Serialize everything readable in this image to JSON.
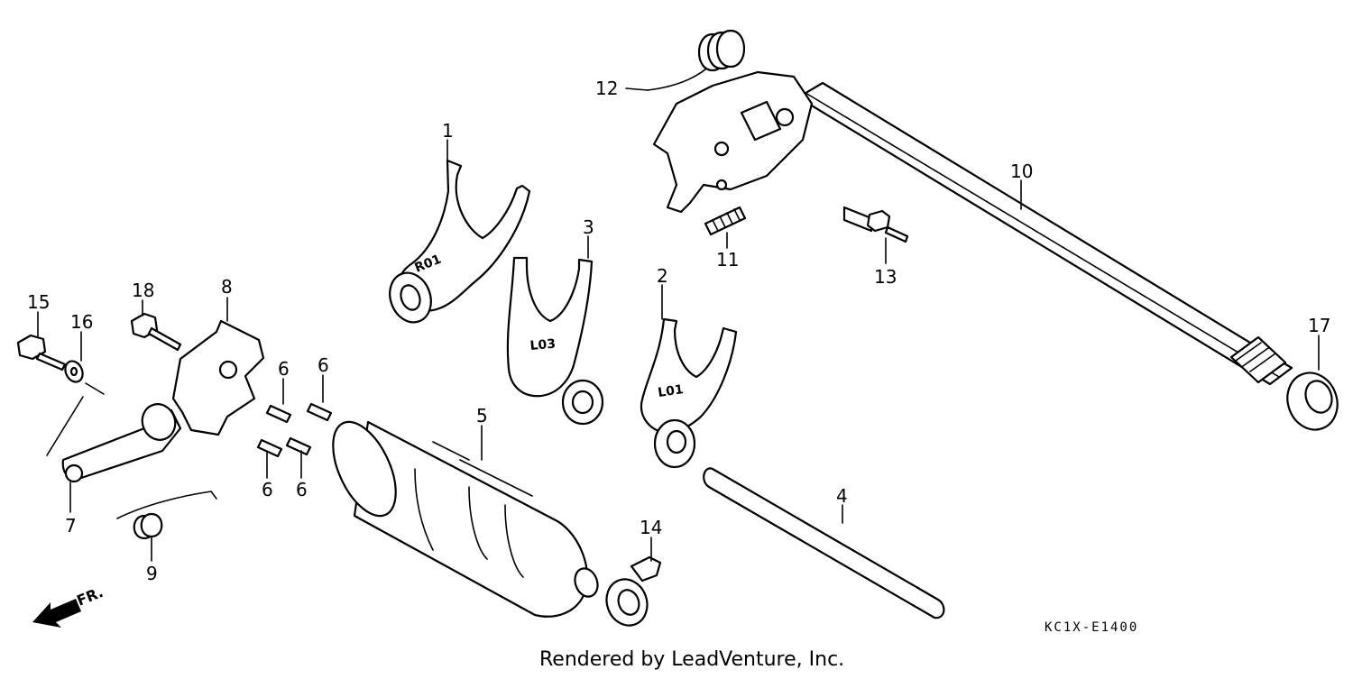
{
  "diagram": {
    "callouts": {
      "c1": "1",
      "c2": "2",
      "c3": "3",
      "c4": "4",
      "c5": "5",
      "c6a": "6",
      "c6b": "6",
      "c6c": "6",
      "c6d": "6",
      "c7": "7",
      "c8": "8",
      "c9": "9",
      "c10": "10",
      "c11": "11",
      "c12": "12",
      "c13": "13",
      "c14": "14",
      "c15": "15",
      "c16": "16",
      "c17": "17",
      "c18": "18"
    },
    "fork_stamps": {
      "fork1": "R01",
      "fork2": "L01",
      "fork3": "L03"
    },
    "direction_label": "FR.",
    "reference_code": "KC1X-E1400",
    "credit": "Rendered by LeadVenture, Inc."
  }
}
